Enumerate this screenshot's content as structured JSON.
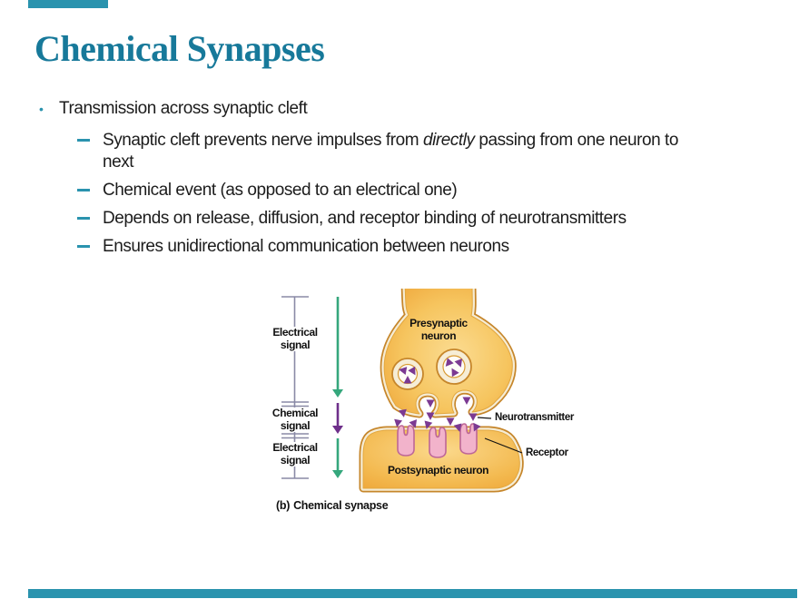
{
  "slide": {
    "title": "Chemical Synapses"
  },
  "bullets": {
    "marker": "•",
    "level1": "Transmission across synaptic cleft",
    "sub": [
      {
        "pre": "Synaptic cleft prevents nerve impulses from ",
        "italic": "directly",
        "post": " passing from one neuron to\nnext"
      },
      {
        "text": "Chemical event (as opposed to an electrical one)"
      },
      {
        "text": "Depends on release, diffusion, and receptor binding of neurotransmitters"
      },
      {
        "text": "Ensures unidirectional communication between neurons"
      }
    ]
  },
  "diagram": {
    "labels": {
      "electrical_signal_top": "Electrical signal",
      "chemical_signal": "Chemical signal",
      "electrical_signal_bottom": "Electrical signal",
      "presynaptic": "Presynaptic neuron",
      "postsynaptic": "Postsynaptic neuron",
      "neurotransmitter": "Neurotransmitter",
      "receptor": "Receptor",
      "caption_prefix": "(b)",
      "caption_text": "Chemical synapse"
    }
  },
  "palette": {
    "accent_teal": "#2A93AE",
    "title_teal": "#17799A",
    "text_dark": "#1C1C1C",
    "gold_light": "#FBDC92",
    "gold_dark": "#EEA235",
    "membrane_outline": "#C6862B",
    "membrane_cream": "#F5ECD4",
    "neurotransmitter_purple": "#7B3992",
    "receptor_pink": "#F2B3CB",
    "receptor_pink_outline": "#BD6697",
    "arrow_green": "#35A77C",
    "arrow_purple": "#6E2F8A",
    "annotation_gray": "#8A8AA6",
    "pointer_black": "#111111"
  }
}
